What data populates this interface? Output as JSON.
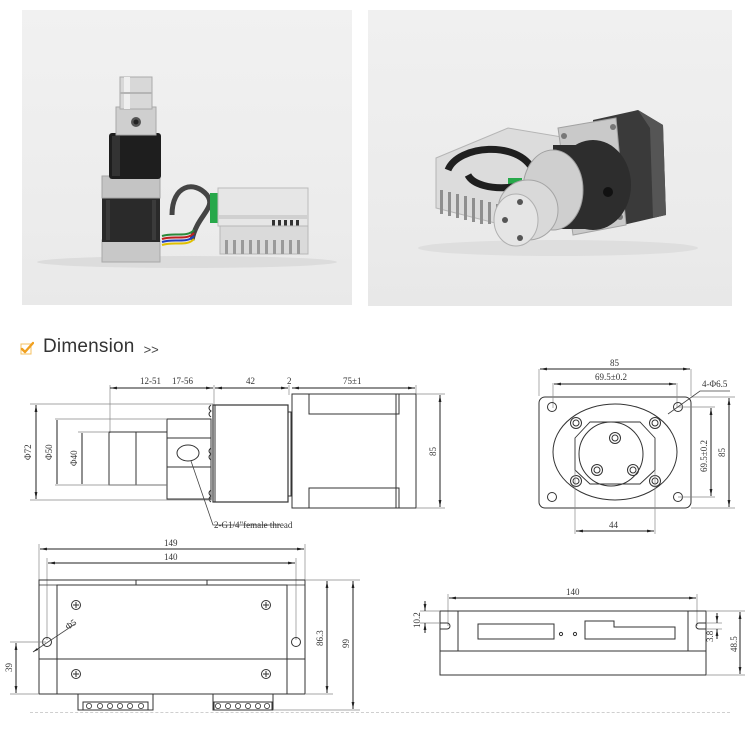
{
  "photos": [
    {
      "name": "pump-assembly-front-view",
      "alt": "Magnetic drive gear pump with stepper motor and driver, standing upright"
    },
    {
      "name": "pump-assembly-angled-view",
      "alt": "Magnetic drive gear pump with stepper motor and driver, angled view"
    }
  ],
  "section": {
    "title": "Dimension",
    "arrow": ">>",
    "accent_color": "#f0a020"
  },
  "drawings": {
    "pump_side_view": {
      "dims_top": [
        "12-51",
        "17-56",
        "42",
        "2",
        "75±1"
      ],
      "dims_left": [
        "Φ72",
        "Φ50",
        "Φ40"
      ],
      "dim_right": "85",
      "callout": "2-G1/4\"female thread"
    },
    "motor_flange_view": {
      "width_outer": "85",
      "width_holes": "69.5±0.2",
      "holes": "4-Φ6.5",
      "height_holes": "69.5±0.2",
      "height_outer": "85",
      "pump_width": "44"
    },
    "driver_top_view": {
      "width_outer": "149",
      "width_holes": "140",
      "hole_dia": "Φ5",
      "hole_height": "39",
      "height_inner": "86.3",
      "height_outer": "99"
    },
    "driver_side_view": {
      "width_holes": "140",
      "slot_offset": "10.2",
      "slot_width": "3.8",
      "height": "48.5"
    }
  }
}
